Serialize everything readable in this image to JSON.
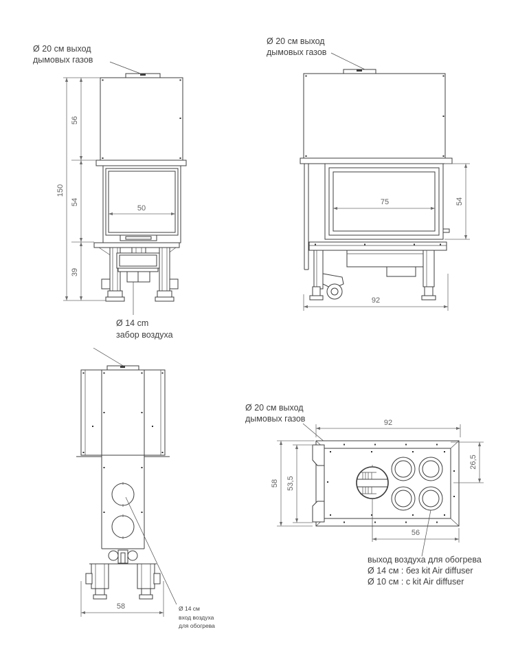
{
  "shared": {
    "flue_label_line1": "Ø 20 см выход",
    "flue_label_line2": "дымовых газов"
  },
  "front_view": {
    "dim_total_height": "150",
    "dim_hood_height": "56",
    "dim_firebox_height": "54",
    "dim_base_height": "39",
    "dim_glass_width": "50",
    "intake_label_line1": "Ø 14 cm",
    "intake_label_line2": "забор воздуха"
  },
  "side_view": {
    "dim_glass_width": "75",
    "dim_glass_height": "54",
    "dim_depth": "92"
  },
  "rear_view": {
    "dim_width": "58",
    "inlet_label_line1": "Ø 14 см",
    "inlet_label_line2": "вход воздуха",
    "inlet_label_line3": "для обогрева"
  },
  "plan_view": {
    "dim_width": "92",
    "dim_depth_outer": "58",
    "dim_depth_inner": "53,5",
    "dim_outlet_offset": "26,5",
    "dim_outlet_span": "56",
    "note_line1": "выход воздуха для обогрева",
    "note_line2": "Ø 14 см : без kit Air diffuser",
    "note_line3": "Ø 10 см : с kit Air diffuser"
  }
}
